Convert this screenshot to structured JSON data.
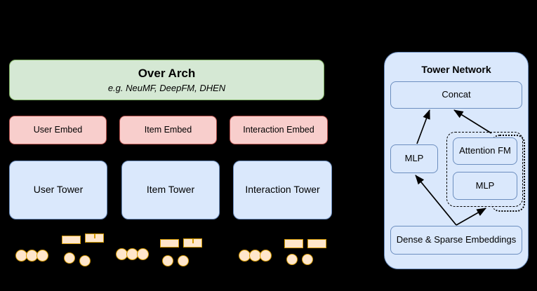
{
  "figure": {
    "left_panel": {
      "over_arch": {
        "title": "Over Arch",
        "subtitle": "e.g. NeuMF, DeepFM, DHEN",
        "fill": "#d5e8d4",
        "stroke": "#82b366"
      },
      "embeds": [
        {
          "label": "User Embed"
        },
        {
          "label": "Item Embed"
        },
        {
          "label": "Interaction Embed"
        }
      ],
      "towers": [
        {
          "label": "User Tower"
        },
        {
          "label": "Item Tower"
        },
        {
          "label": "Interaction Tower"
        }
      ],
      "embed_fill": "#f8cecc",
      "embed_stroke": "#b85450",
      "tower_fill": "#dae8fc",
      "tower_stroke": "#6c8ebf",
      "feature_icons": {
        "sparse_icon_name": "sparse-feature-dots",
        "dense_icon_name": "dense-feature-bars",
        "fill": "#ffe6cc",
        "stroke": "#d79b00",
        "dots_per_group": 3,
        "bars_per_group": 2
      }
    },
    "right_panel": {
      "title": "Tower Network",
      "fill": "#dae8fc",
      "stroke": "#6c8ebf",
      "nodes": {
        "concat": "Concat",
        "mlp_left": "MLP",
        "attention_fm": "Attention FM",
        "mlp_right": "MLP",
        "embeddings": "Dense & Sparse Embeddings"
      },
      "group_style": "dashed",
      "repeat_indicator_style": "dotted"
    }
  }
}
